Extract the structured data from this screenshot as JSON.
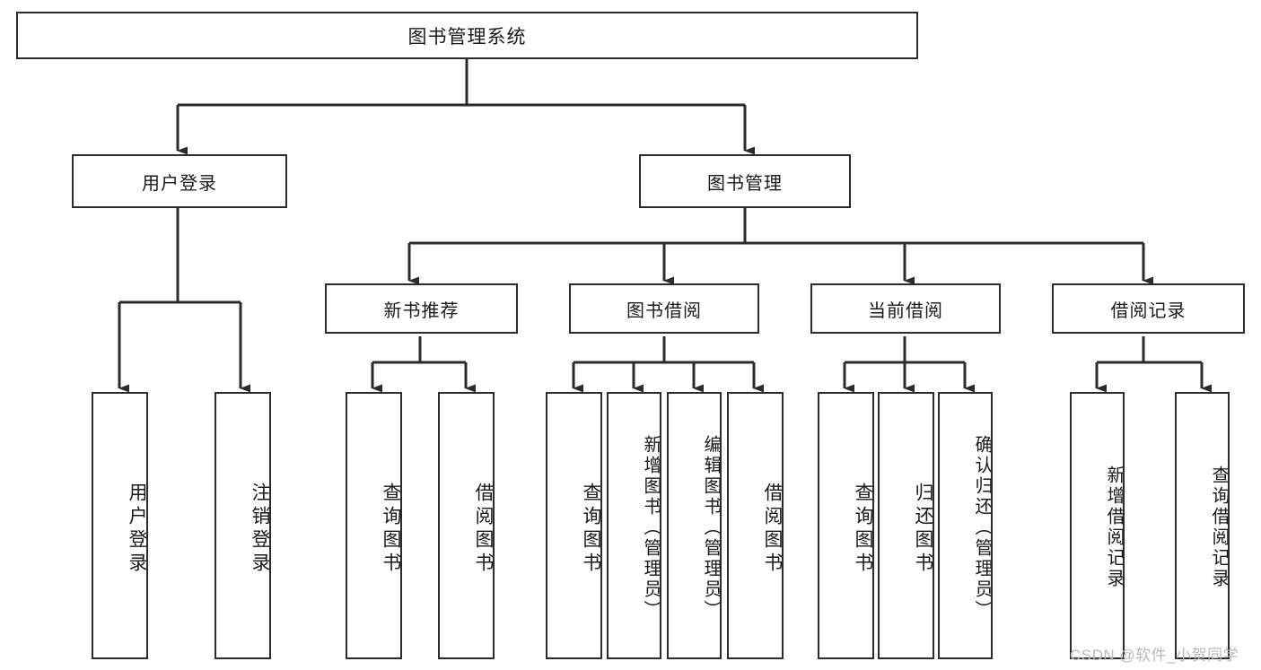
{
  "diagram": {
    "title_node": {
      "label": "图书管理系统"
    },
    "level1": [
      {
        "id": "user-login",
        "label": "用户登录"
      },
      {
        "id": "book-management",
        "label": "图书管理"
      }
    ],
    "level2": [
      {
        "id": "new-book-recommend",
        "label": "新书推荐",
        "parent": "book-management"
      },
      {
        "id": "book-borrow",
        "label": "图书借阅",
        "parent": "book-management"
      },
      {
        "id": "current-borrow",
        "label": "当前借阅",
        "parent": "book-management"
      },
      {
        "id": "borrow-record",
        "label": "借阅记录",
        "parent": "book-management"
      }
    ],
    "leaves": [
      {
        "id": "leaf-user-login",
        "label": "用户登录",
        "parent": "user-login"
      },
      {
        "id": "leaf-logout-login",
        "label": "注销登录",
        "parent": "user-login"
      },
      {
        "id": "leaf-query-book-1",
        "label": "查询图书",
        "parent": "new-book-recommend"
      },
      {
        "id": "leaf-borrow-book-1",
        "label": "借阅图书",
        "parent": "new-book-recommend"
      },
      {
        "id": "leaf-query-book-2",
        "label": "查询图书",
        "parent": "book-borrow"
      },
      {
        "id": "leaf-add-book",
        "label": "新增图书（管理员）",
        "parent": "book-borrow"
      },
      {
        "id": "leaf-edit-book",
        "label": "编辑图书（管理员）",
        "parent": "book-borrow"
      },
      {
        "id": "leaf-borrow-book-2",
        "label": "借阅图书",
        "parent": "book-borrow"
      },
      {
        "id": "leaf-query-book-3",
        "label": "查询图书",
        "parent": "current-borrow"
      },
      {
        "id": "leaf-return-book",
        "label": "归还图书",
        "parent": "current-borrow"
      },
      {
        "id": "leaf-confirm-return",
        "label": "确认归还（管理员）",
        "parent": "current-borrow"
      },
      {
        "id": "leaf-add-borrow-record",
        "label": "新增借阅记录",
        "parent": "borrow-record"
      },
      {
        "id": "leaf-query-borrow-record",
        "label": "查询借阅记录",
        "parent": "borrow-record"
      }
    ],
    "watermark": "CSDN @软件_小贺同学",
    "colors": {
      "stroke": "#2b2b2b",
      "fill": "#ffffff",
      "text": "#1a1a1a",
      "watermark": "#b9b9b9"
    }
  }
}
